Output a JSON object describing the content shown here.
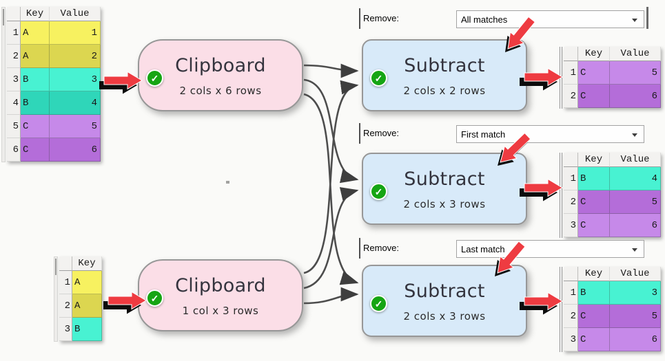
{
  "colors": {
    "node_clipboard_fill": "#FBDEE7",
    "node_subtract_fill": "#D8EAF9",
    "node_border": "#979797",
    "check_green": "#16A513",
    "arrow_red": "#EE3B41",
    "connector_gray": "#4D4D4D",
    "yellow_light": "#F7F160",
    "yellow_dark": "#DCD650",
    "teal_light": "#48F2D2",
    "teal_dark": "#2FD6B9",
    "purple_light": "#C689E9",
    "purple_dark": "#B46DD9"
  },
  "nodes": {
    "clipboard1": {
      "title": "Clipboard",
      "subtitle": "2 cols x 6 rows"
    },
    "clipboard2": {
      "title": "Clipboard",
      "subtitle": "1 col x 3 rows"
    },
    "subtract1": {
      "title": "Subtract",
      "subtitle": "2 cols x 2 rows"
    },
    "subtract2": {
      "title": "Subtract",
      "subtitle": "2 cols x 3 rows"
    },
    "subtract3": {
      "title": "Subtract",
      "subtitle": "2 cols x 3 rows"
    }
  },
  "options": [
    {
      "label": "Remove:",
      "value": "All matches"
    },
    {
      "label": "Remove:",
      "value": "First match"
    },
    {
      "label": "Remove:",
      "value": "Last match"
    }
  ],
  "tables": {
    "source1": {
      "headers": [
        "Key",
        "Value"
      ],
      "rows": [
        {
          "n": "1",
          "key": "A",
          "value": "1",
          "shade": "yellow_light"
        },
        {
          "n": "2",
          "key": "A",
          "value": "2",
          "shade": "yellow_dark"
        },
        {
          "n": "3",
          "key": "B",
          "value": "3",
          "shade": "teal_light"
        },
        {
          "n": "4",
          "key": "B",
          "value": "4",
          "shade": "teal_dark"
        },
        {
          "n": "5",
          "key": "C",
          "value": "5",
          "shade": "purple_light"
        },
        {
          "n": "6",
          "key": "C",
          "value": "6",
          "shade": "purple_dark"
        }
      ]
    },
    "source2": {
      "headers": [
        "Key"
      ],
      "rows": [
        {
          "n": "1",
          "key": "A",
          "shade": "yellow_light"
        },
        {
          "n": "2",
          "key": "A",
          "shade": "yellow_dark"
        },
        {
          "n": "3",
          "key": "B",
          "shade": "teal_light"
        }
      ]
    },
    "out1": {
      "headers": [
        "Key",
        "Value"
      ],
      "rows": [
        {
          "n": "1",
          "key": "C",
          "value": "5",
          "shade": "purple_light"
        },
        {
          "n": "2",
          "key": "C",
          "value": "6",
          "shade": "purple_dark"
        }
      ]
    },
    "out2": {
      "headers": [
        "Key",
        "Value"
      ],
      "rows": [
        {
          "n": "1",
          "key": "B",
          "value": "4",
          "shade": "teal_light"
        },
        {
          "n": "2",
          "key": "C",
          "value": "5",
          "shade": "purple_dark"
        },
        {
          "n": "3",
          "key": "C",
          "value": "6",
          "shade": "purple_light"
        }
      ]
    },
    "out3": {
      "headers": [
        "Key",
        "Value"
      ],
      "rows": [
        {
          "n": "1",
          "key": "B",
          "value": "3",
          "shade": "teal_light"
        },
        {
          "n": "2",
          "key": "C",
          "value": "5",
          "shade": "purple_dark"
        },
        {
          "n": "3",
          "key": "C",
          "value": "6",
          "shade": "purple_light"
        }
      ]
    }
  }
}
